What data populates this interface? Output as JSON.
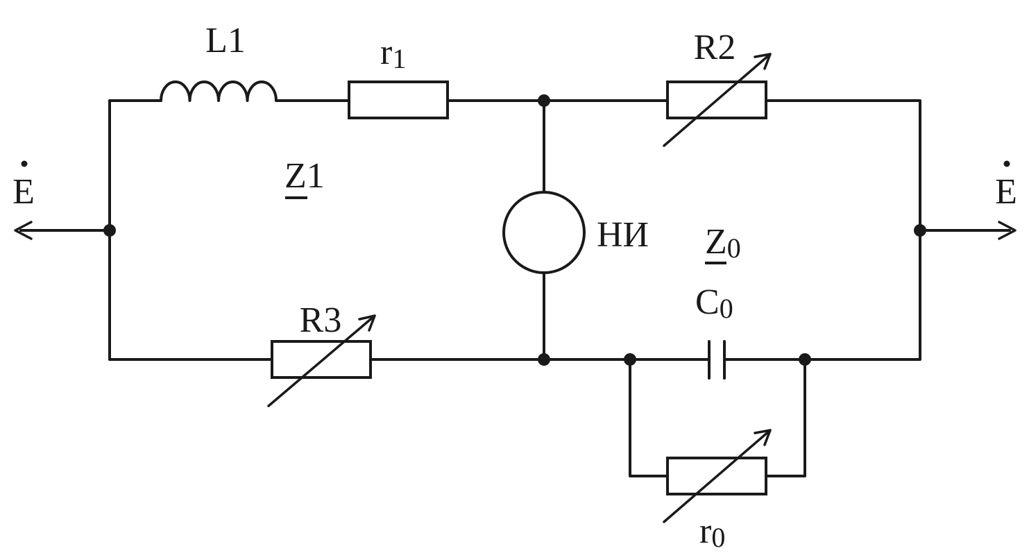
{
  "labels": {
    "L1": "L1",
    "r1_main": "r",
    "r1_sub": "1",
    "R2": "R2",
    "R3": "R3",
    "Z1_main": "Z",
    "Z1_sub": "1",
    "Z0_main": "Z",
    "Z0_sub": "0",
    "C0_main": "C",
    "C0_sub": "0",
    "r0_main": "r",
    "r0_sub": "0",
    "NI": "НИ",
    "E_left": "E",
    "E_right": "E"
  },
  "colors": {
    "ink": "#1a1a1a",
    "background": "#ffffff"
  }
}
